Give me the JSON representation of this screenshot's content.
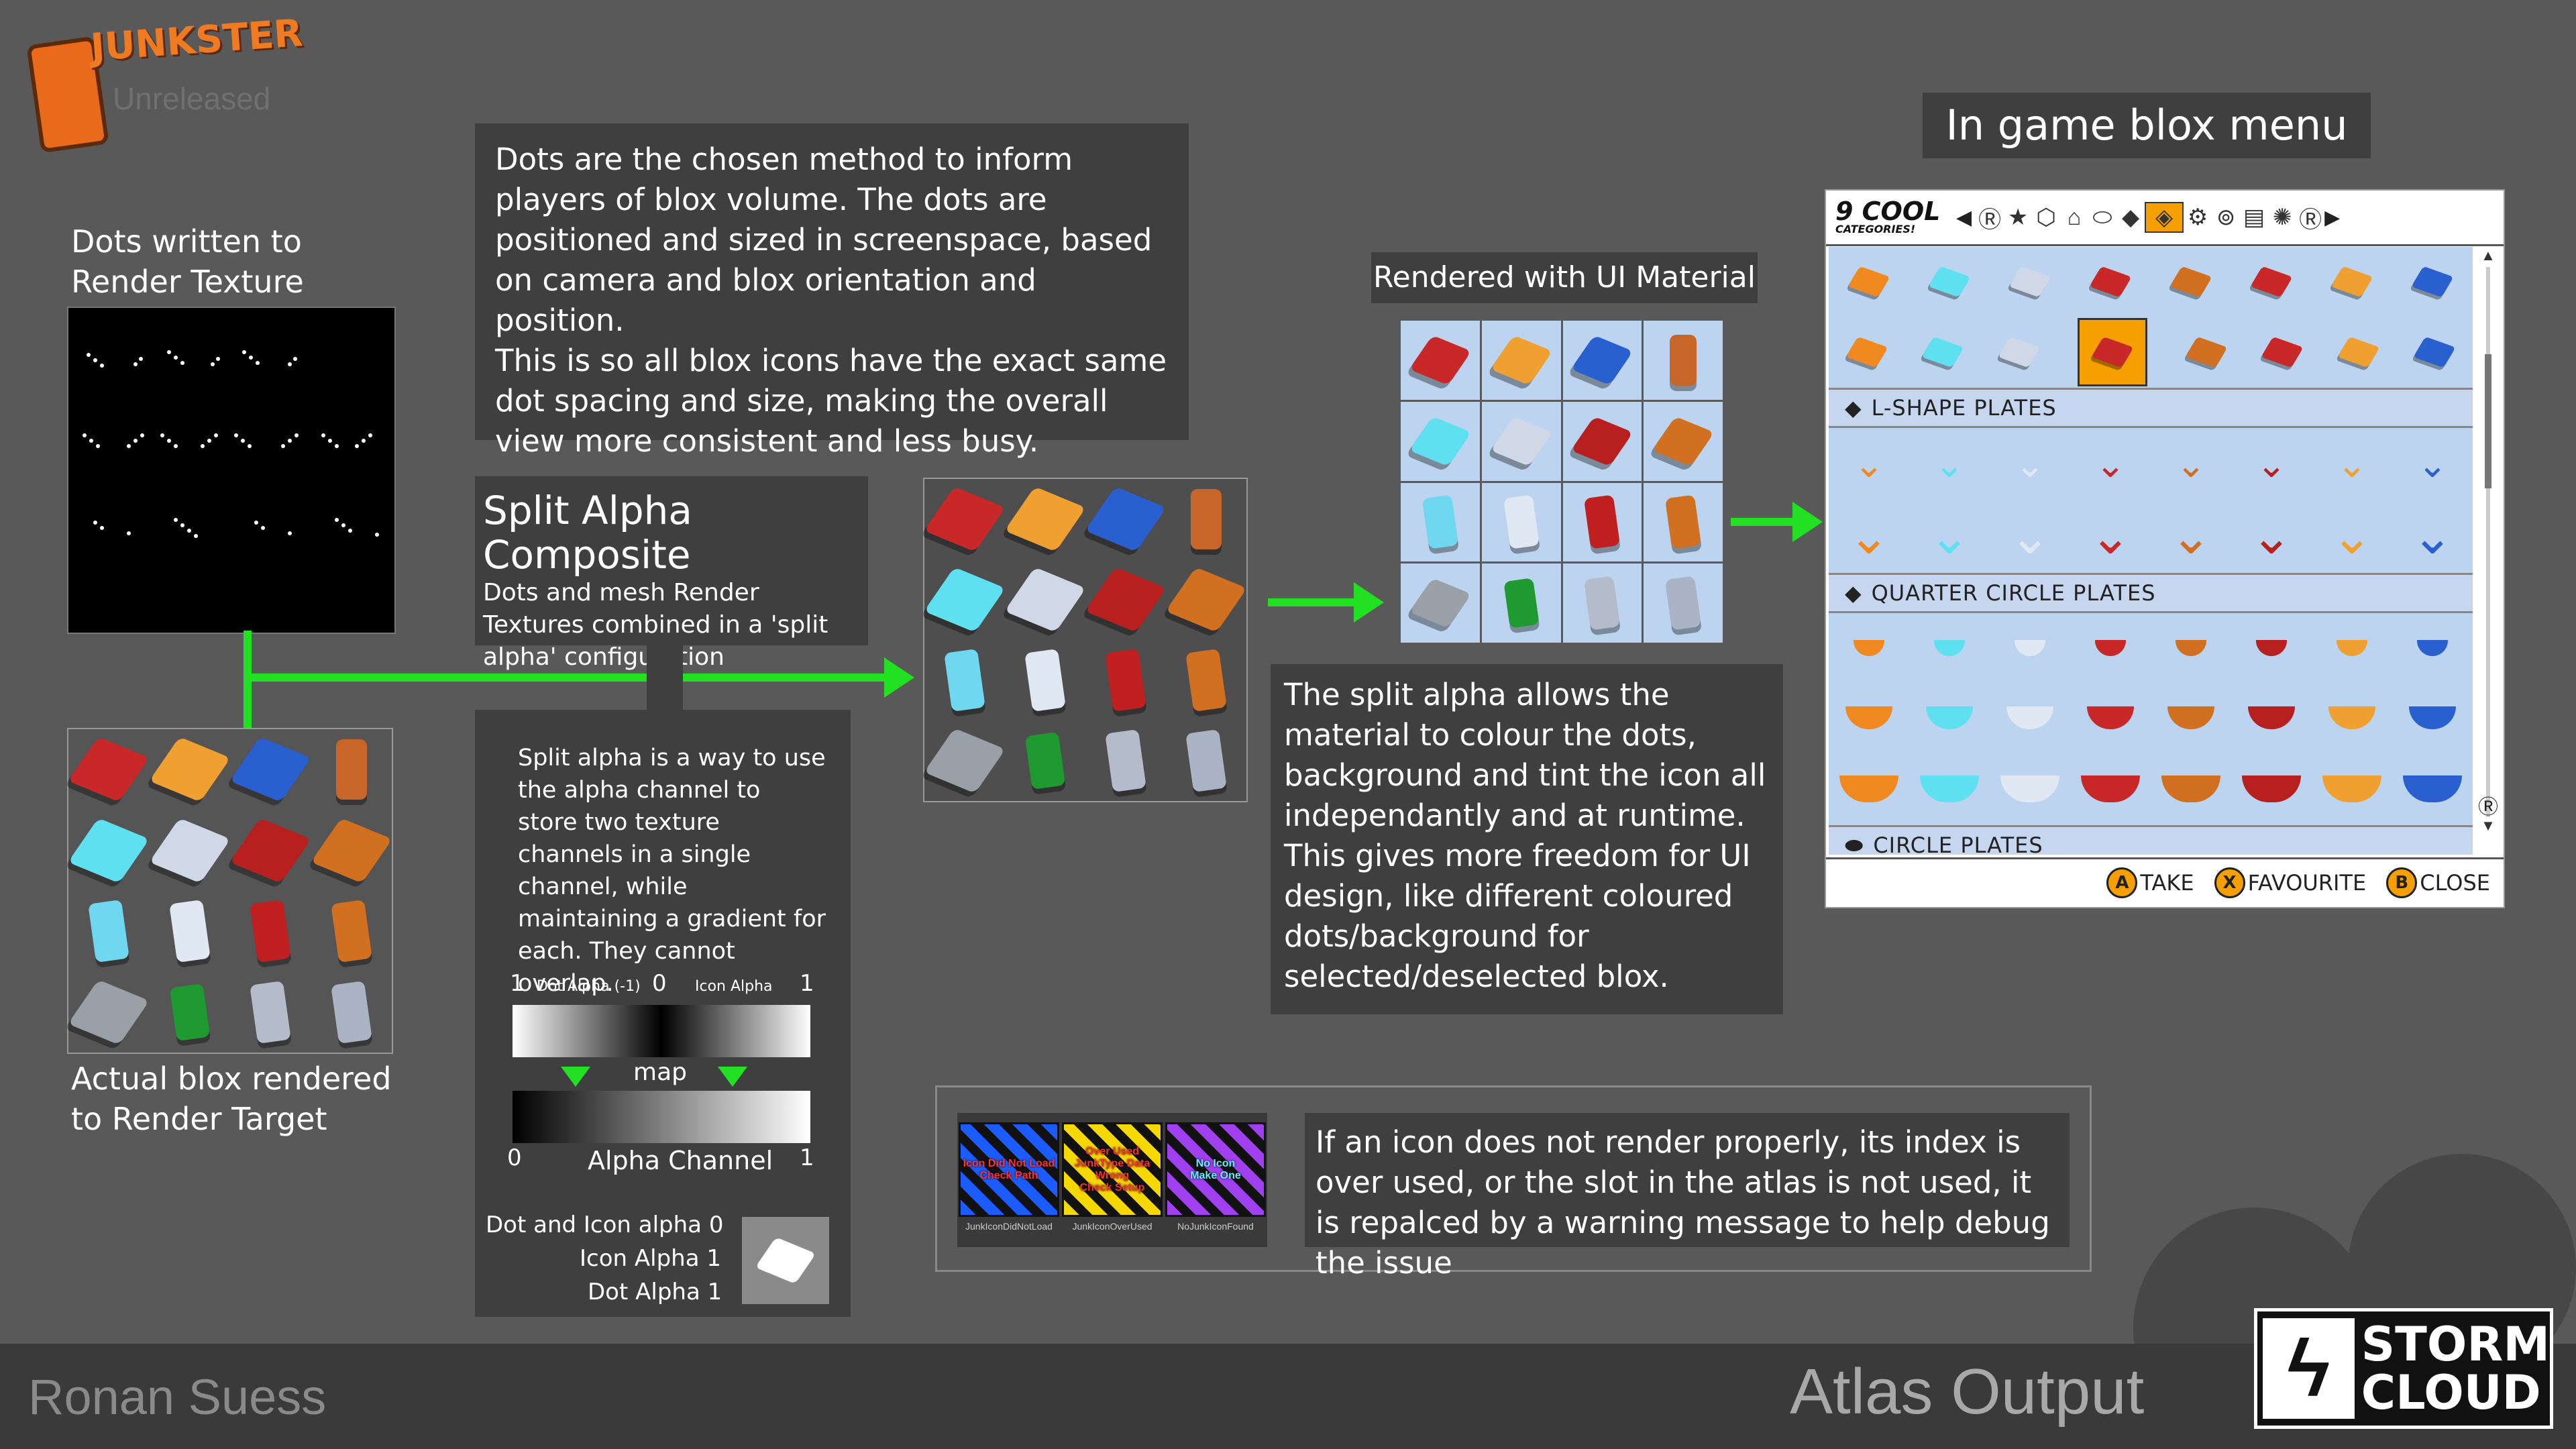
{
  "logo": {
    "text": "JUNKSTER",
    "subtitle": "Unreleased"
  },
  "dots_panel": {
    "label": "Dots written to\nRender Texture"
  },
  "blox_panel": {
    "label": "Actual blox rendered\nto Render Target"
  },
  "dots_description": "Dots are the chosen method to inform players of blox volume. The dots are positioned and sized in screenspace, based on camera and blox orientation and position.\nThis is so all blox icons have the exact same dot spacing and size, making the overall view more consistent and less busy.",
  "split_alpha_composite": {
    "title": "Split Alpha Composite",
    "subtitle": "Dots and mesh Render Textures combined in a 'split alpha' configuration"
  },
  "split_alpha_explain": {
    "text": "Split alpha is a way to use the alpha channel to store two texture channels in a single channel, while maintaining a gradient for each. They cannot overlap.",
    "top_left": "1",
    "top_mid": "0",
    "top_right": "1",
    "dot_alpha_label": "Dot Alpha (-1)",
    "icon_alpha_label": "Icon Alpha",
    "map_label": "map",
    "bottom_left": "0",
    "bottom_right": "1",
    "alpha_channel_label": "Alpha Channel",
    "legend": [
      "Dot and Icon alpha 0",
      "Icon Alpha 1",
      "Dot Alpha 1"
    ]
  },
  "ui_material": {
    "label": "Rendered with UI Material"
  },
  "split_alpha_material": "The split alpha allows the material to colour the dots, background and tint the icon all independantly and at runtime. This gives more freedom for UI design, like different coloured dots/background for selected/deselected blox.",
  "game_menu": {
    "title": "In game blox menu",
    "category_title": "9 COOL",
    "category_sub": "CATEGORIES!",
    "sections": [
      "L-SHAPE PLATES",
      "QUARTER CIRCLE PLATES",
      "CIRCLE PLATES"
    ],
    "actions": [
      {
        "key": "A",
        "label": "TAKE"
      },
      {
        "key": "X",
        "label": "FAVOURITE"
      },
      {
        "key": "B",
        "label": "CLOSE"
      }
    ],
    "tab_icons": [
      "r-button-icon",
      "star-icon",
      "cube-icon",
      "stairs-icon",
      "cylinder-icon",
      "plate-icon",
      "selected-tab-icon",
      "gears-icon",
      "machine-icon",
      "clapper-icon",
      "spikes-icon",
      "r-button-icon"
    ]
  },
  "warnings": {
    "tiles": [
      {
        "text": "Icon Did Not Load\nCheck Path",
        "caption": "JunkIconDidNotLoad"
      },
      {
        "text": "Over Used\nJunkType Data Wrong\nCheck Setup",
        "caption": "JunkIconOverUsed"
      },
      {
        "text": "No Icon\nMake One",
        "caption": "NoJunkIconFound"
      }
    ],
    "description": "If an icon does not render properly, its index is over used, or the slot in the atlas is not used, it is repalced by a warning message to help debug the issue"
  },
  "footer": {
    "author": "Ronan Suess",
    "title": "Atlas Output",
    "studio_line1": "STORM",
    "studio_line2": "CLOUD"
  },
  "colors": {
    "background": "#595959",
    "panel": "#3f3f3f",
    "arrow": "#22e022",
    "menu_bg": "#c5d6ee",
    "accent_orange": "#f5a000"
  }
}
